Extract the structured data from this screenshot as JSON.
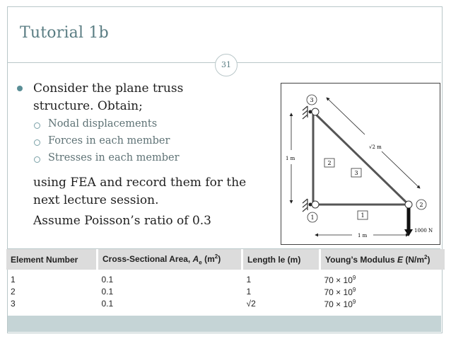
{
  "slide": {
    "title": "Tutorial 1b",
    "page_number": "31"
  },
  "content": {
    "main_bullet": "Consider the plane truss structure. Obtain;",
    "sub_bullets": [
      "Nodal displacements",
      "Forces in each member",
      "Stresses in each member"
    ],
    "para1": "using FEA and record them for the next lecture session.",
    "para2": "Assume Poisson’s ratio of 0.3"
  },
  "figure": {
    "node_labels": [
      "1",
      "2",
      "3"
    ],
    "element_labels": [
      "1",
      "2",
      "3"
    ],
    "vertical_dim": "1 m",
    "horizontal_dim": "1 m",
    "diagonal_dim": "√2 m",
    "load": "1000 N"
  },
  "table": {
    "headers": {
      "element_number": "Element Number",
      "area_prefix": "Cross-Sectional Area, ",
      "area_symbol": "A",
      "area_sub": "e",
      "area_unit_pre": " (m",
      "area_unit_sup": "2",
      "area_unit_post": ")",
      "length": "Length le (m)",
      "modulus_pre": "Young’s Modulus ",
      "modulus_symbol": "E",
      "modulus_unit_pre": " (N/m",
      "modulus_unit_sup": "2",
      "modulus_unit_post": ")"
    },
    "rows": [
      {
        "element": "1",
        "area": "0.1",
        "length": "1",
        "modulus_base": "70 × 10",
        "modulus_exp": "9"
      },
      {
        "element": "2",
        "area": "0.1",
        "length": "1",
        "modulus_base": "70 × 10",
        "modulus_exp": "9"
      },
      {
        "element": "3",
        "area": "0.1",
        "length": "√2",
        "modulus_base": "70 × 10",
        "modulus_exp": "9"
      }
    ]
  },
  "colors": {
    "accent": "#5a7d83",
    "border": "#b9c7c9",
    "footer": "#c5d4d6"
  }
}
